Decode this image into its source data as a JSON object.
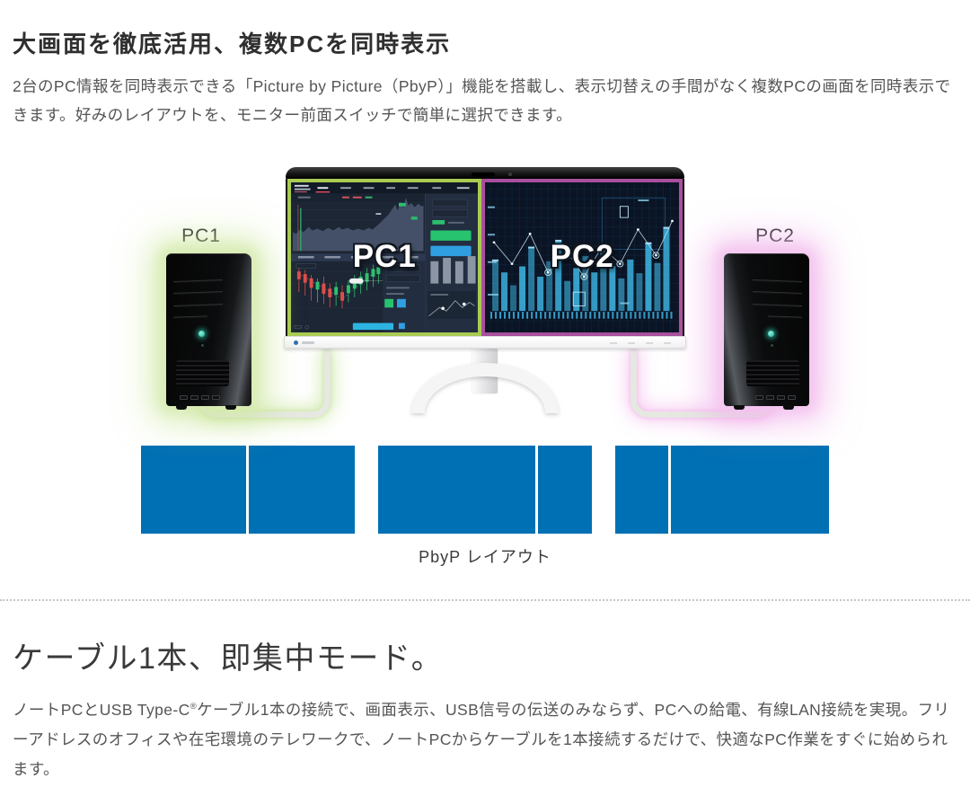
{
  "pbyp": {
    "heading": "大画面を徹底活用、複数PCを同時表示",
    "description": "2台のPC情報を同時表示できる「Picture by Picture（PbyP）」機能を搭載し、表示切替えの手間がなく複数PCの画面を同時表示できます。好みのレイアウトを、モニター前面スイッチで簡単に選択できます。",
    "diagram": {
      "left_tower_label": "PC1",
      "right_tower_label": "PC2",
      "left_screen_label": "PC1",
      "right_screen_label": "PC2"
    },
    "layouts_caption": "PbyP レイアウト",
    "layout_splits_percent": [
      49.6,
      74,
      25.5
    ],
    "colors": {
      "pc1_accent_green": "#a9cb52",
      "pc2_accent_pink": "#a8509d",
      "pc1_glow": "#d9ecb4",
      "pc2_glow": "#f4c6ef",
      "layout_blue": "#0070b4"
    }
  },
  "usbc": {
    "heading": "ケーブル1本、即集中モード。",
    "description_pre": "ノートPCとUSB Type-C",
    "reg_mark": "®",
    "description_post": "ケーブル1本の接続で、画面表示、USB信号の伝送のみならず、PCへの給電、有線LAN接続を実現。フリーアドレスのオフィスや在宅環境のテレワークで、ノートPCからケーブルを1本接続するだけで、快適なPC作業をすぐに始められます。"
  }
}
